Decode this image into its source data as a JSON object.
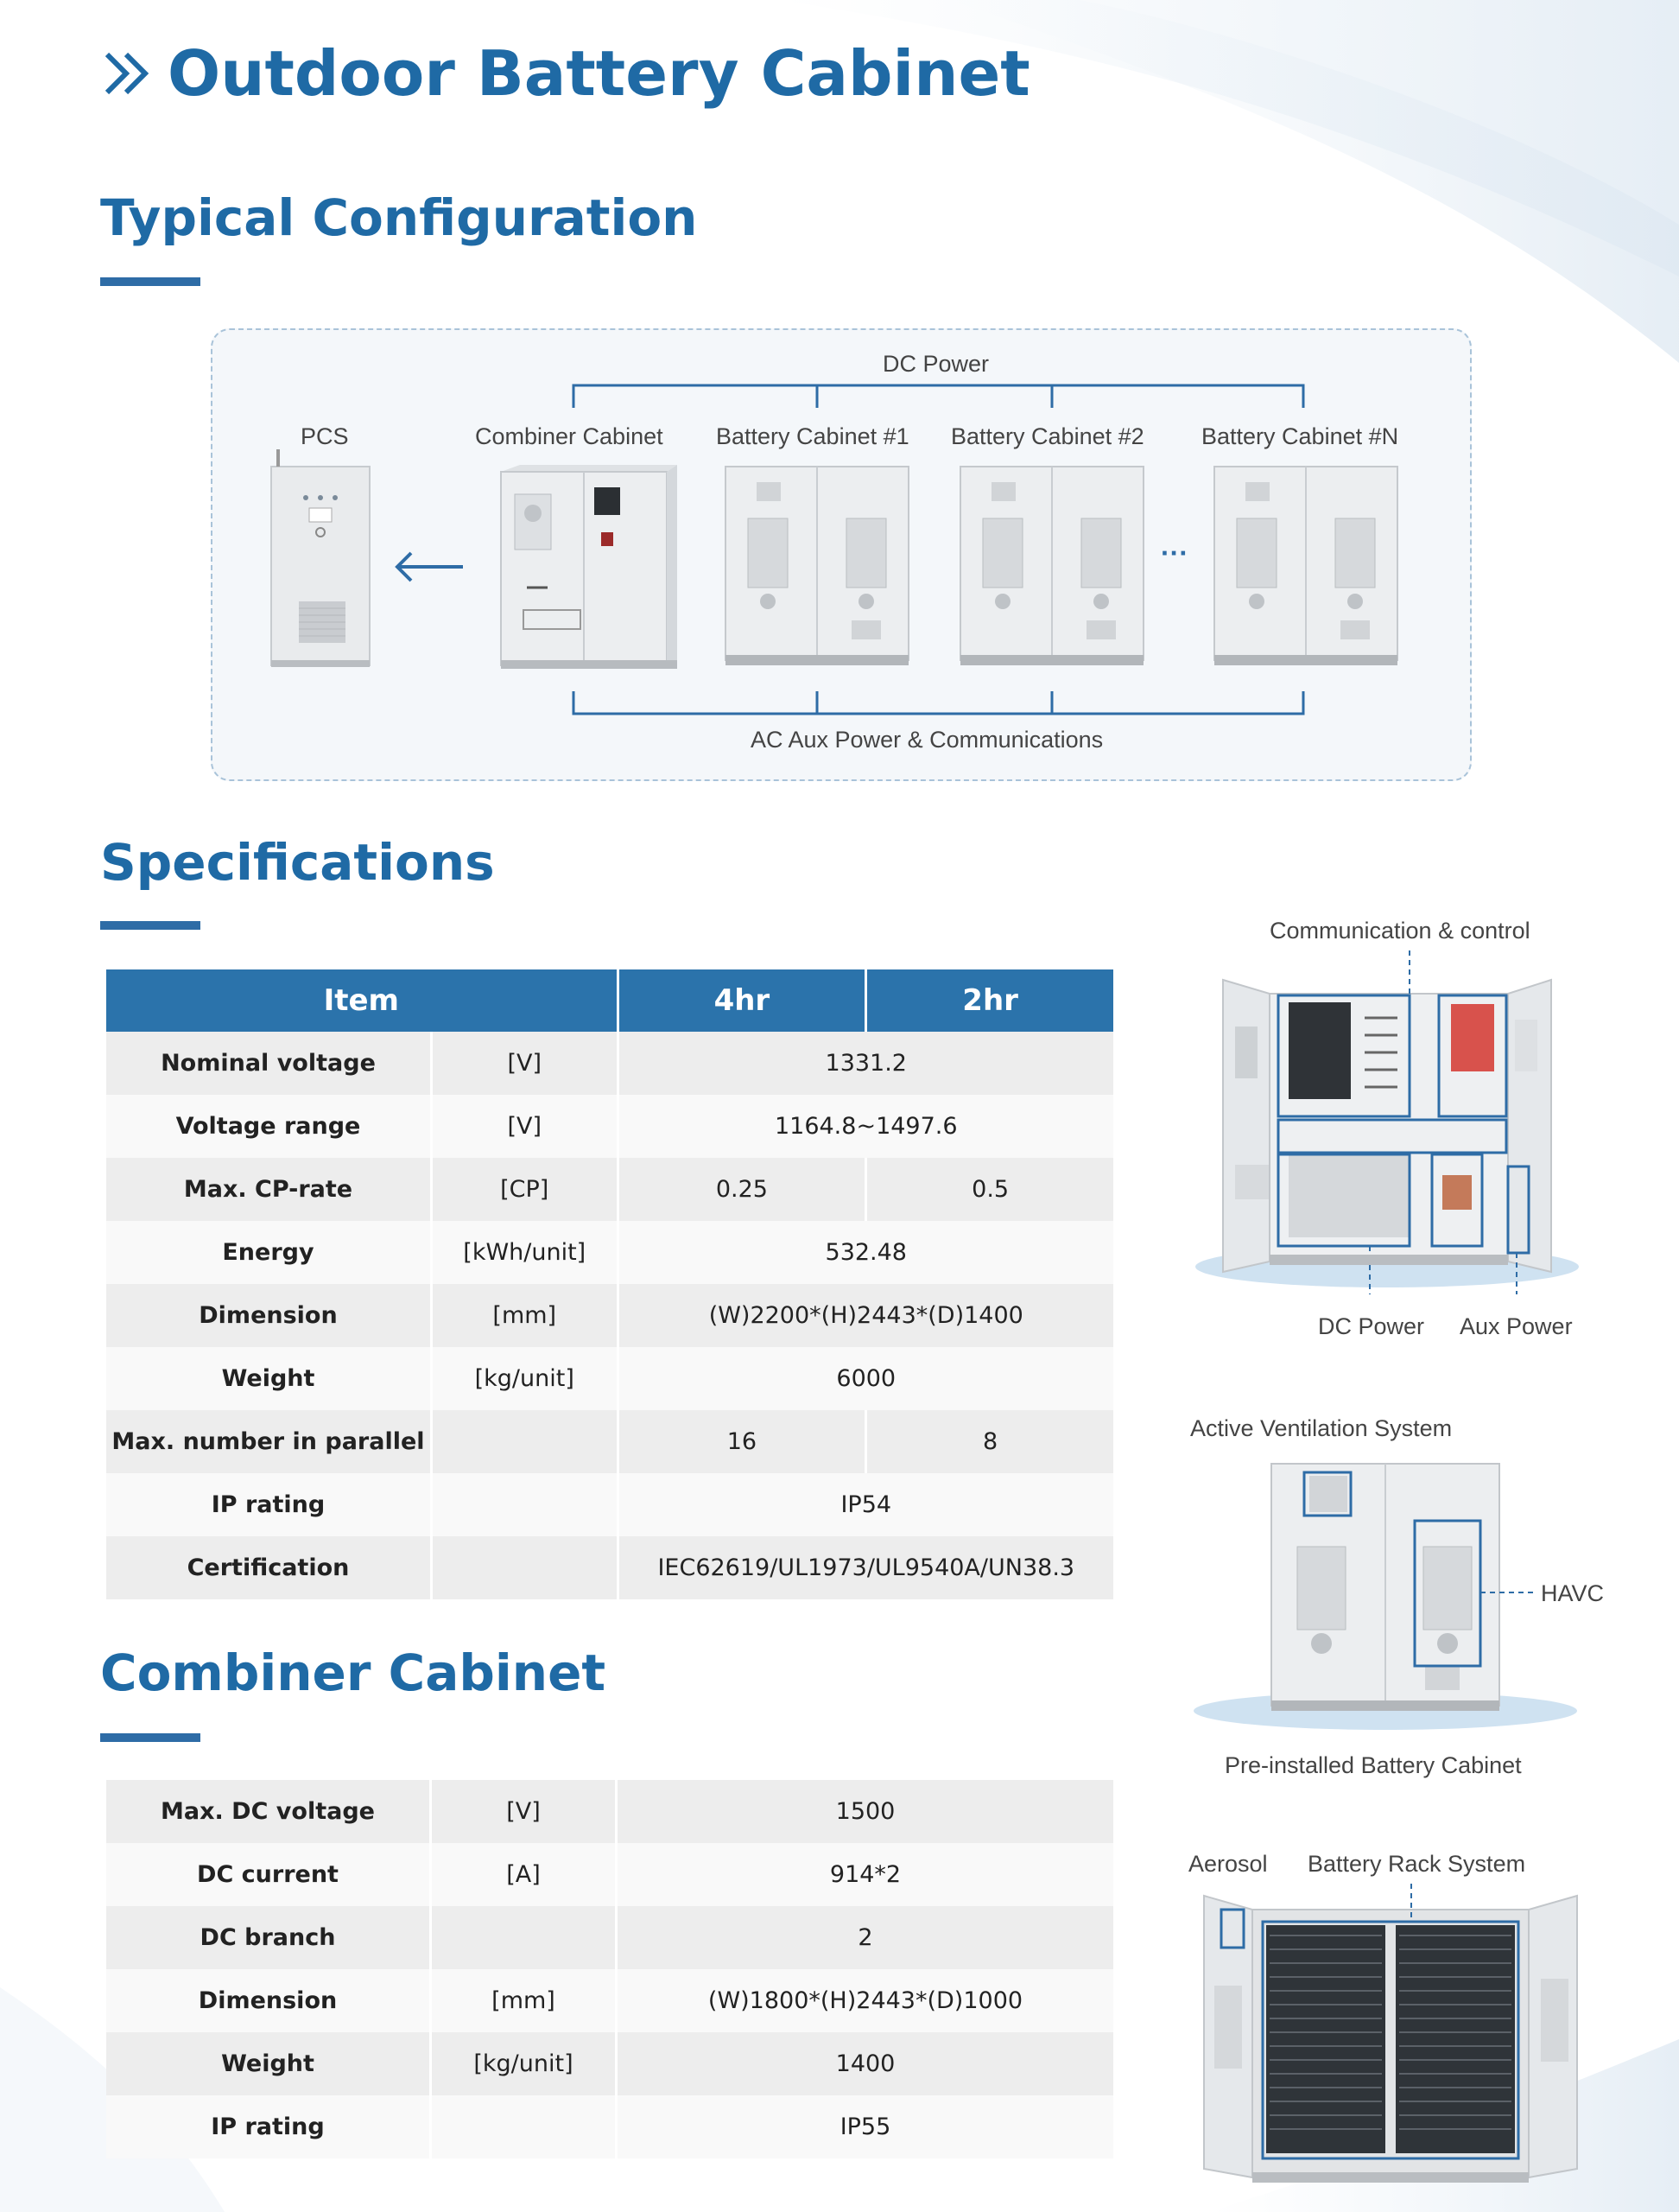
{
  "header": {
    "title": "Outdoor Battery Cabinet"
  },
  "sections": {
    "config_title": "Typical Configuration",
    "spec_title": "Specifications",
    "combiner_title": "Combiner Cabinet"
  },
  "diagram": {
    "dc_power": "DC Power",
    "ac_aux": "AC Aux Power & Communications",
    "pcs": "PCS",
    "combiner": "Combiner Cabinet",
    "battery1": "Battery Cabinet #1",
    "battery2": "Battery Cabinet #2",
    "batteryN": "Battery Cabinet #N",
    "ellipsis": "···"
  },
  "spec_table": {
    "headers": [
      "Item",
      "4hr",
      "2hr"
    ],
    "rows": [
      {
        "item": "Nominal voltage",
        "unit": "[V]",
        "v4": "1331.2",
        "v2": "",
        "merged": true
      },
      {
        "item": "Voltage range",
        "unit": "[V]",
        "v4": "1164.8~1497.6",
        "v2": "",
        "merged": true
      },
      {
        "item": "Max. CP-rate",
        "unit": "[CP]",
        "v4": "0.25",
        "v2": "0.5",
        "merged": false
      },
      {
        "item": "Energy",
        "unit": "[kWh/unit]",
        "v4": "532.48",
        "v2": "",
        "merged": true
      },
      {
        "item": "Dimension",
        "unit": "[mm]",
        "v4": "(W)2200*(H)2443*(D)1400",
        "v2": "",
        "merged": true
      },
      {
        "item": "Weight",
        "unit": "[kg/unit]",
        "v4": "6000",
        "v2": "",
        "merged": true
      },
      {
        "item": "Max. number in parallel",
        "unit": "",
        "v4": "16",
        "v2": "8",
        "merged": false
      },
      {
        "item": "IP rating",
        "unit": "",
        "v4": "IP54",
        "v2": "",
        "merged": true
      },
      {
        "item": "Certification",
        "unit": "",
        "v4": "IEC62619/UL1973/UL9540A/UN38.3",
        "v2": "",
        "merged": true
      }
    ]
  },
  "combiner_table": {
    "rows": [
      {
        "item": "Max. DC voltage",
        "unit": "[V]",
        "value": "1500"
      },
      {
        "item": "DC current",
        "unit": "[A]",
        "value": "914*2"
      },
      {
        "item": "DC branch",
        "unit": "",
        "value": "2"
      },
      {
        "item": "Dimension",
        "unit": "[mm]",
        "value": "(W)1800*(H)2443*(D)1000"
      },
      {
        "item": "Weight",
        "unit": "[kg/unit]",
        "value": "1400"
      },
      {
        "item": "IP rating",
        "unit": "",
        "value": "IP55"
      }
    ]
  },
  "photos": {
    "comm_control": "Communication & control",
    "dc_power": "DC Power",
    "aux_power": "Aux Power",
    "active_vent": "Active Ventilation System",
    "havc": "HAVC",
    "preinstalled": "Pre-installed Battery Cabinet",
    "aerosol": "Aerosol",
    "battery_rack": "Battery Rack System"
  },
  "colors": {
    "brand_blue": "#1f6aa5",
    "table_header": "#2b73ab",
    "row_shade": "#ededed",
    "row_plain": "#f9f9f9"
  }
}
